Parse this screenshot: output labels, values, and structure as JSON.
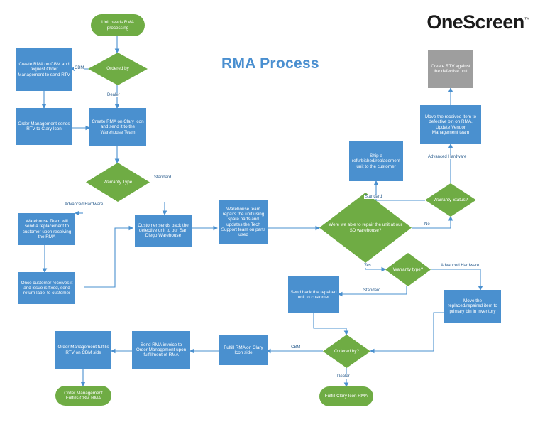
{
  "page": {
    "title": "RMA Process",
    "logo": "OneScreen",
    "logo_tm": "™",
    "colors": {
      "process_fill": "#4a90cf",
      "decision_fill": "#6fac44",
      "terminator_fill": "#6fac44",
      "disabled_fill": "#9e9e9e",
      "connector": "#4a90cf",
      "title_color": "#4a8fd0",
      "label_color": "#2d5f8f"
    }
  },
  "nodes": {
    "start": {
      "label": "Unit needs RMA processing",
      "type": "terminator"
    },
    "ordered_by_top": {
      "label": "Ordered by",
      "type": "decision"
    },
    "create_rma_cbm": {
      "label": "Create RMA on CBM and request Order Management to send RTV",
      "type": "process"
    },
    "om_sends_rtv": {
      "label": "Order Management sends RTV to Clary Icon",
      "type": "process"
    },
    "create_rma_clary": {
      "label": "Create RMA on Clary Icon and send it to the Warehouse Team",
      "type": "process"
    },
    "warranty_type_1": {
      "label": "Warranty Type",
      "type": "decision"
    },
    "warehouse_replacement": {
      "label": "Warehouse Team will send a replacement to customer upon receiving the RMA",
      "type": "process"
    },
    "return_label": {
      "label": "Once customer receives it and issue is fixed, send return label to customer",
      "type": "process"
    },
    "customer_sends_back": {
      "label": "Customer sends back the defective unit to our San Diego Warehouse",
      "type": "process"
    },
    "warehouse_repairs": {
      "label": "Warehouse team repairs the unit using spare parts and updates the Tech Support team on parts used",
      "type": "process"
    },
    "able_to_repair": {
      "label": "Were we able to repair the unit at our SD warehouse?",
      "type": "decision"
    },
    "warranty_status": {
      "label": "Warranty Status?",
      "type": "decision"
    },
    "ship_refurbished": {
      "label": "Ship a refurbished/replacement unit to the customer",
      "type": "process"
    },
    "move_defective_bin": {
      "label": "Move the received item to defective bin on RMA. Update Vendor Management team",
      "type": "process"
    },
    "create_rtv_defective": {
      "label": "Create RTV against the defective unit",
      "type": "disabled"
    },
    "warranty_type_2": {
      "label": "Warranty type?",
      "type": "decision"
    },
    "move_primary_bin": {
      "label": "Move the replaced/repaired item to primary bin in inventory",
      "type": "process"
    },
    "send_back_repaired": {
      "label": "Send back the repaired unit to customer",
      "type": "process"
    },
    "ordered_by_bottom": {
      "label": "Ordered by?",
      "type": "decision"
    },
    "fulfill_rma_clary": {
      "label": "Fulfill RMA on Clary Icon side",
      "type": "process"
    },
    "send_rma_invoice": {
      "label": "Send RMA invoice to Order Management upon fulfillment of RMA",
      "type": "process"
    },
    "om_fulfills_rtv": {
      "label": "Order Management fulfills RTV on CBM side",
      "type": "process"
    },
    "end_cbm": {
      "label": "Order Management Fulfills CBM RMA",
      "type": "terminator"
    },
    "end_clary": {
      "label": "Fulfill Clary Icon RMA",
      "type": "terminator"
    }
  },
  "edge_labels": {
    "cbm_top": "CBM",
    "dealer_top": "Dealer",
    "standard_1": "Standard",
    "adv_hw_1": "Advanced Hardware",
    "no_repair": "No",
    "yes_repair": "Yes",
    "standard_2": "Standard",
    "adv_hw_2": "Advanced Hardware",
    "standard_3": "Standard",
    "adv_hw_3": "Advanced Hardware",
    "cbm_bottom": "CBM",
    "dealer_bottom": "Dealer"
  }
}
